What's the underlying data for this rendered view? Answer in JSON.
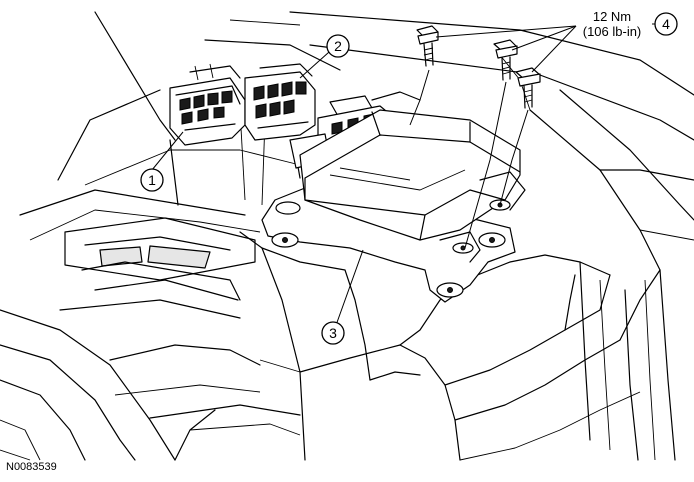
{
  "callouts": [
    {
      "number": "1"
    },
    {
      "number": "2"
    },
    {
      "number": "3"
    },
    {
      "number": "4"
    }
  ],
  "torque": {
    "line1": "12 Nm",
    "line2": "(106 lb-in)"
  },
  "figure_id": "N0083539"
}
